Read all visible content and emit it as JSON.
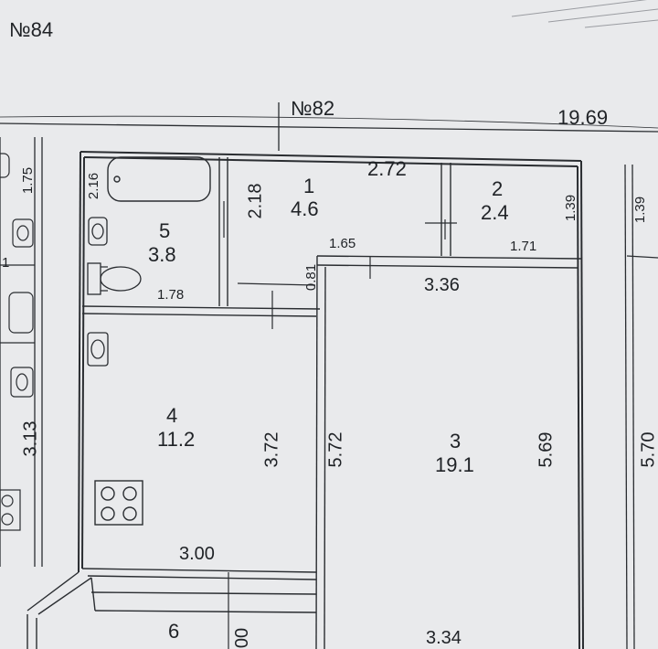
{
  "building_numbers": {
    "neighbor": "№84",
    "current": "№82"
  },
  "overall_length": "19.69",
  "rooms": [
    {
      "number": "1",
      "area": "4.6"
    },
    {
      "number": "2",
      "area": "2.4"
    },
    {
      "number": "3",
      "area": "19.1"
    },
    {
      "number": "4",
      "area": "11.2"
    },
    {
      "number": "5",
      "area": "3.8"
    },
    {
      "number": "6",
      "area": ""
    }
  ],
  "dimensions": {
    "hall_width": "2.72",
    "hall_height": "2.18",
    "hall_left": "1.65",
    "closet_height_left": "1.39",
    "closet_height_right": "1.39",
    "closet_width": "1.71",
    "bath_height": "2.16",
    "bath_width": "1.78",
    "door_gap": "0.81",
    "living_width": "3.36",
    "living_height_left": "5.72",
    "living_height_right": "5.69",
    "living_bottom": "3.34",
    "kitchen_height": "3.72",
    "kitchen_width": "3.00",
    "neighbor_top": "1.75",
    "neighbor_side": "3.13",
    "neighbor_right": "5.70",
    "neighbor_mid": "1",
    "room6_partial": "00"
  },
  "colors": {
    "paper": "#e9eaec",
    "line": "#2a2d31",
    "ink": "#1f2226"
  },
  "icons": [
    "bathtub-icon",
    "toilet-icon",
    "sink-icon",
    "stove-icon"
  ]
}
